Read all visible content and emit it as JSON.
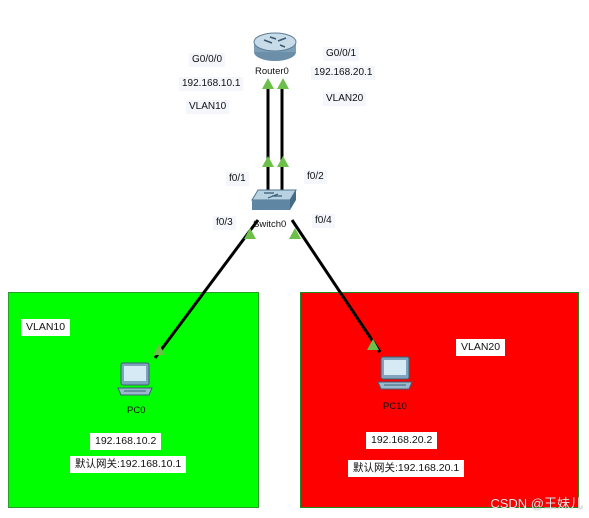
{
  "devices": {
    "router": {
      "name": "Router0",
      "icon": "router-icon"
    },
    "switch": {
      "name": "Switch0",
      "icon": "switch-icon"
    },
    "pc_left": {
      "name": "PC0",
      "icon": "pc-icon"
    },
    "pc_right": {
      "name": "PC10",
      "icon": "pc-icon"
    }
  },
  "router_ports": {
    "left": {
      "port": "G0/0/0",
      "ip": "192.168.10.1",
      "vlan": "VLAN10"
    },
    "right": {
      "port": "G0/0/1",
      "ip": "192.168.20.1",
      "vlan": "VLAN20"
    }
  },
  "switch_ports": {
    "p1": "f0/1",
    "p2": "f0/2",
    "p3": "f0/3",
    "p4": "f0/4"
  },
  "zones": {
    "left": {
      "vlan": "VLAN10",
      "color": "#00ff00",
      "pc_ip": "192.168.10.2",
      "gateway": "默认网关:192.168.10.1"
    },
    "right": {
      "vlan": "VLAN20",
      "color": "#ff0000",
      "pc_ip": "192.168.20.2",
      "gateway": "默认网关:192.168.20.1"
    }
  },
  "link_color": "#000000",
  "port_status_color": "#6cc04a",
  "watermark": "CSDN @王妹儿"
}
